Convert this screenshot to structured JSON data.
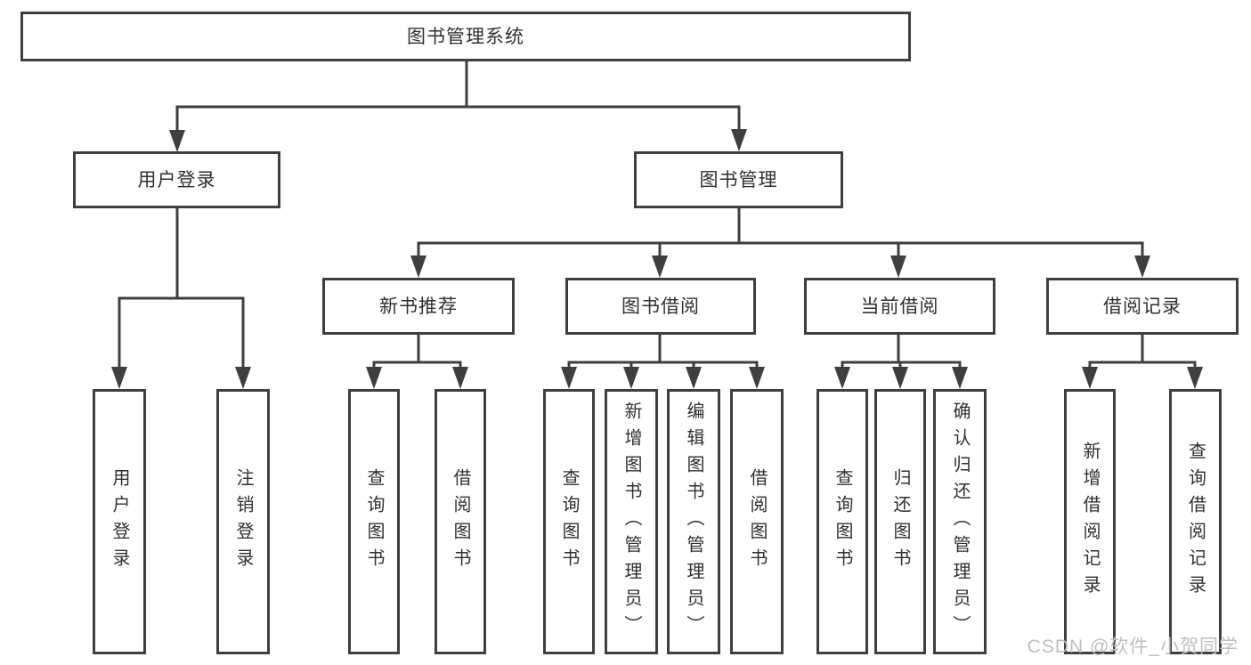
{
  "diagram": {
    "tree": {
      "label": "图书管理系统",
      "children": [
        {
          "label": "用户登录",
          "children": [
            "用户登录",
            "注销登录"
          ]
        },
        {
          "label": "图书管理",
          "children": [
            {
              "label": "新书推荐",
              "children": [
                "查询图书",
                "借阅图书"
              ]
            },
            {
              "label": "图书借阅",
              "children": [
                "查询图书",
                "新增图书（管理员）",
                "编辑图书（管理员）",
                "借阅图书"
              ]
            },
            {
              "label": "当前借阅",
              "children": [
                "查询图书",
                "归还图书",
                "确认归还（管理员）"
              ]
            },
            {
              "label": "借阅记录",
              "children": [
                "新增借阅记录",
                "查询借阅记录"
              ]
            }
          ]
        }
      ]
    },
    "watermark": "CSDN @软件_小贺同学",
    "colors": {
      "line": "#3f3f3f",
      "box_border": "#3f3f3f",
      "text": "#303030",
      "background": "#ffffff",
      "watermark": "#bfbfbf"
    }
  }
}
